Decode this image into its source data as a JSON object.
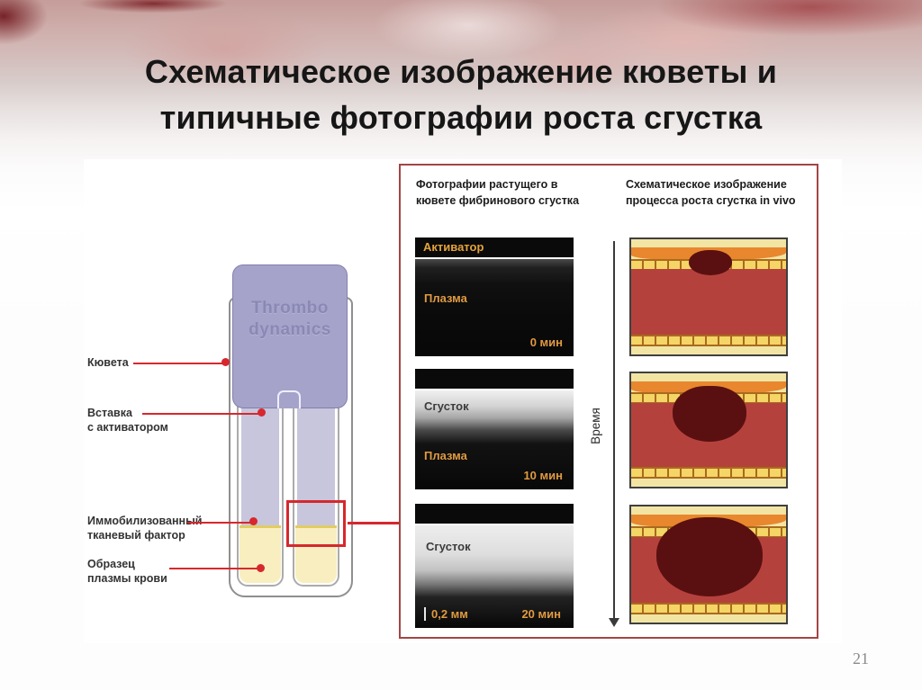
{
  "slide": {
    "title_line1": "Схематическое изображение кюветы и",
    "title_line2": "типичные фотографии роста сгустка",
    "page_number": "21"
  },
  "cuvette_diagram": {
    "logo": {
      "line1": "Thrombo",
      "line2": "dynamics"
    },
    "labels": {
      "cuvette": {
        "line1": "Кювета"
      },
      "insert": {
        "line1": "Вставка",
        "line2": "с активатором"
      },
      "tissue_factor": {
        "line1": "Иммобилизованный",
        "line2": "тканевый фактор"
      },
      "plasma_sample": {
        "line1": "Образец",
        "line2": "плазмы крови"
      }
    }
  },
  "photo_panel": {
    "left_header": {
      "line1": "Фотографии растущего в",
      "line2": "кювете фибринового сгустка"
    },
    "right_header": {
      "line1": "Схематическое изображение",
      "line2": "процесса роста сгустка in vivo"
    },
    "time_axis_label": "Время",
    "activator_strip_label": "Активатор",
    "photos": [
      {
        "plasma_label": "Плазма",
        "time_label": "0 мин"
      },
      {
        "clot_label": "Сгусток",
        "plasma_label": "Плазма",
        "time_label": "10 мин"
      },
      {
        "clot_label": "Сгусток",
        "scale_label": "0,2 мм",
        "time_label": "20 мин"
      }
    ]
  },
  "colors": {
    "callout_red": "#d6282d",
    "panel_border_red": "#a34545",
    "orange_label": "#e09a40",
    "insert_purple": "#a5a3c9",
    "plasma_yellow": "#f8eec0",
    "vessel_red": "#b5413d",
    "clot_dark_red": "#5a1010"
  }
}
